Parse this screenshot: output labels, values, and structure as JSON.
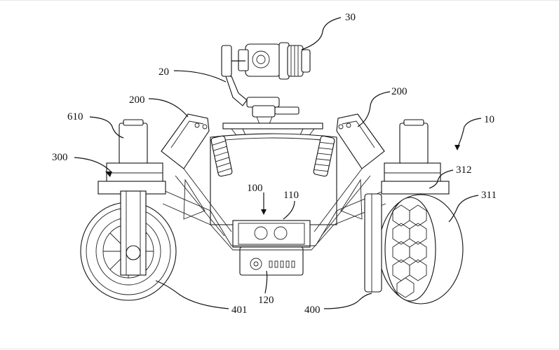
{
  "figure": {
    "labels": {
      "camera": "30",
      "gimbal": "20",
      "arm_left": "200",
      "arm_right": "200",
      "vehicle": "10",
      "motor": "610",
      "wheel_module_left": "300",
      "bracket_right": "312",
      "tire_right": "311",
      "body": "100",
      "battery_top": "110",
      "battery_box": "120",
      "wheel_left": "401",
      "wheel_right": "400"
    }
  }
}
